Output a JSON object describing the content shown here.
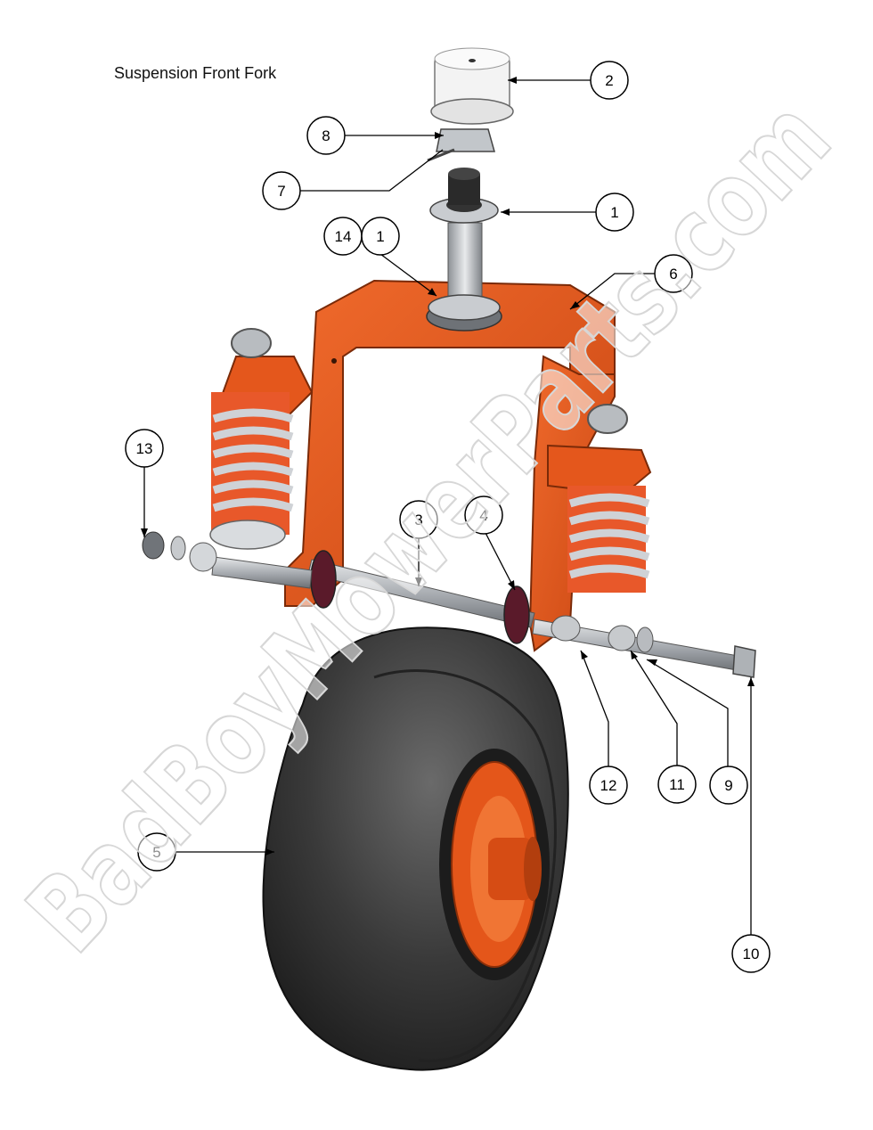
{
  "title": "Suspension Front Fork",
  "watermark": "BadBoyMowerParts.com",
  "colors": {
    "fork": "#e2571e",
    "fork_dark": "#a83a10",
    "spring": "#cfd2d6",
    "tire": "#3a3a3a",
    "tire_dark": "#1e1e1e",
    "hub": "#e85a18",
    "metal": "#bfc3c7",
    "cap": "#f2f2f2"
  },
  "callouts": [
    {
      "id": "c2",
      "label": "2"
    },
    {
      "id": "c8",
      "label": "8"
    },
    {
      "id": "c7",
      "label": "7"
    },
    {
      "id": "c1a",
      "label": "1"
    },
    {
      "id": "c14",
      "label": "14"
    },
    {
      "id": "c1b",
      "label": "1"
    },
    {
      "id": "c6",
      "label": "6"
    },
    {
      "id": "c13",
      "label": "13"
    },
    {
      "id": "c3",
      "label": "3"
    },
    {
      "id": "c4",
      "label": "4"
    },
    {
      "id": "c12",
      "label": "12"
    },
    {
      "id": "c11",
      "label": "11"
    },
    {
      "id": "c9",
      "label": "9"
    },
    {
      "id": "c5",
      "label": "5"
    },
    {
      "id": "c10",
      "label": "10"
    }
  ]
}
